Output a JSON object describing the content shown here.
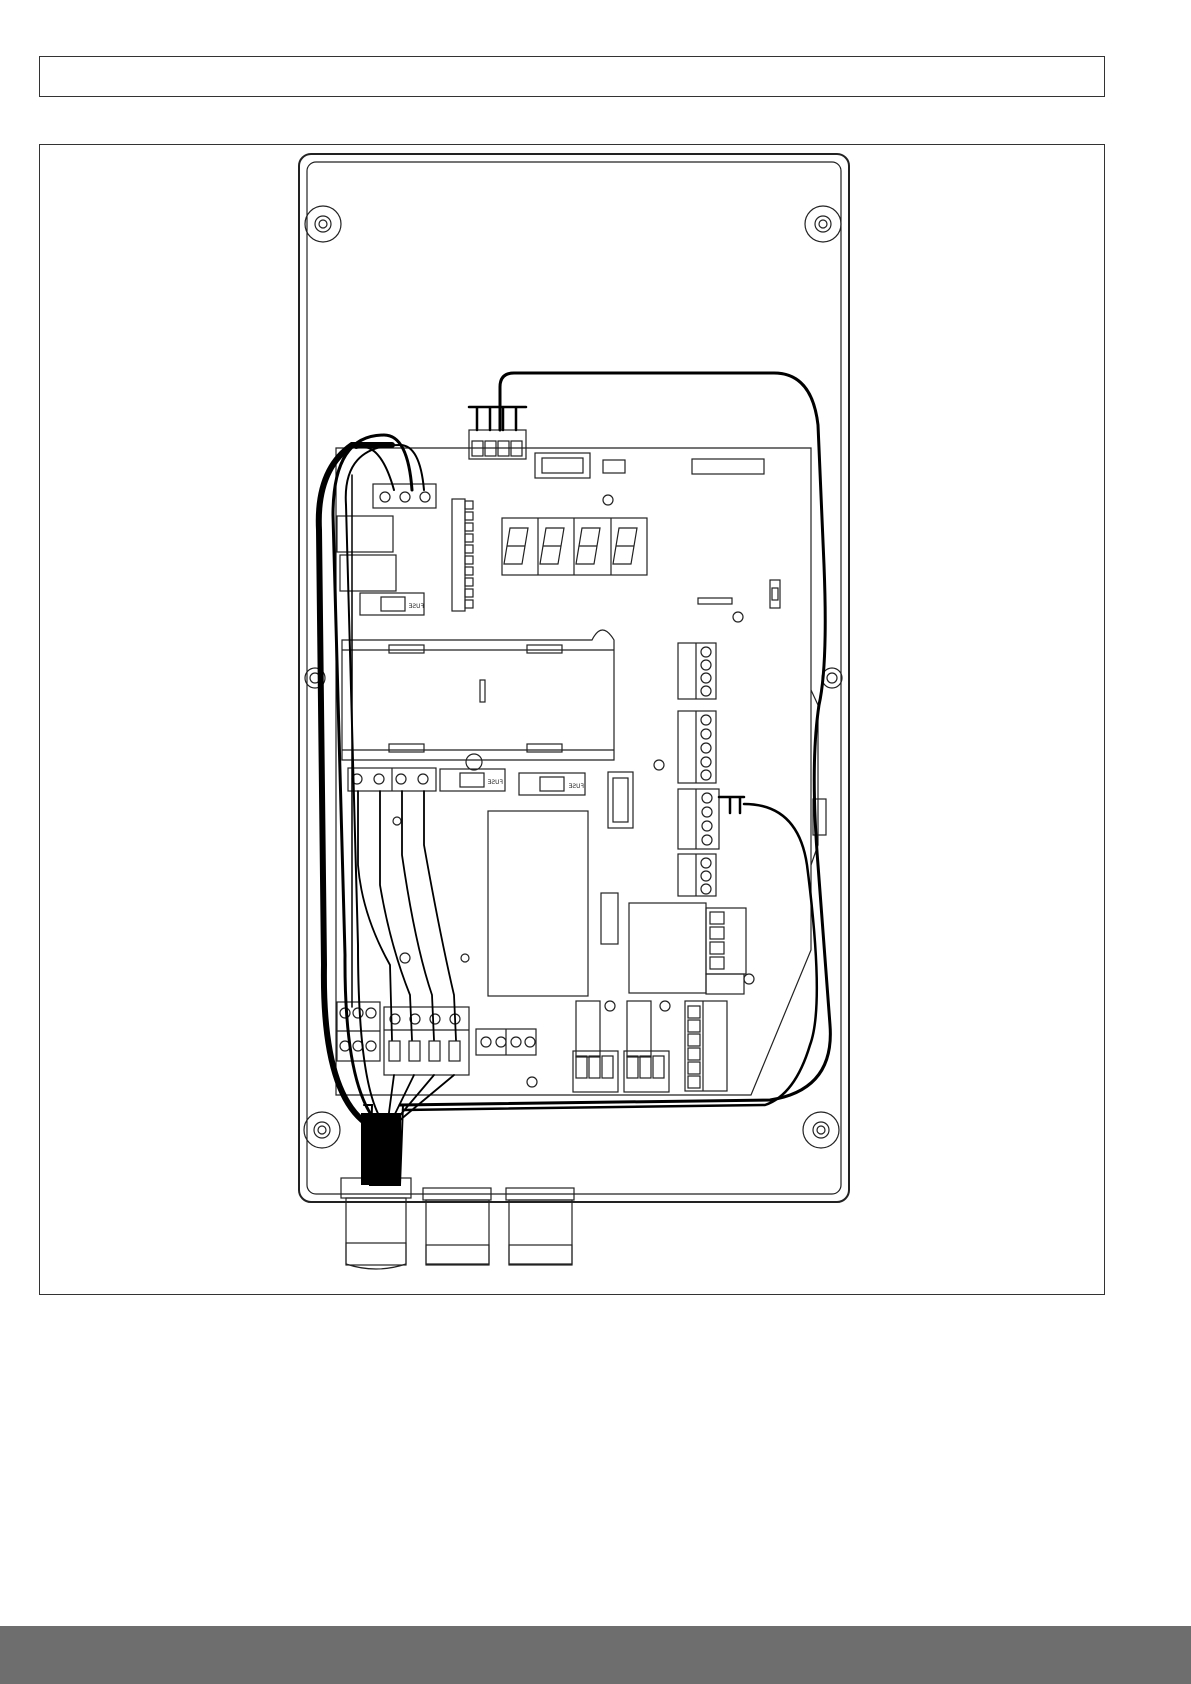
{
  "page": {
    "colors": {
      "line": "#222222",
      "cable": "#000000",
      "footer": "#6e6e6e",
      "paper": "#ffffff"
    }
  },
  "diagram": {
    "display_icon": "seven-segment-display",
    "pcb_labels": {
      "fuse_1": "FUSE",
      "fuse_2": "FUSE",
      "fuse_3": "FUSE"
    }
  }
}
